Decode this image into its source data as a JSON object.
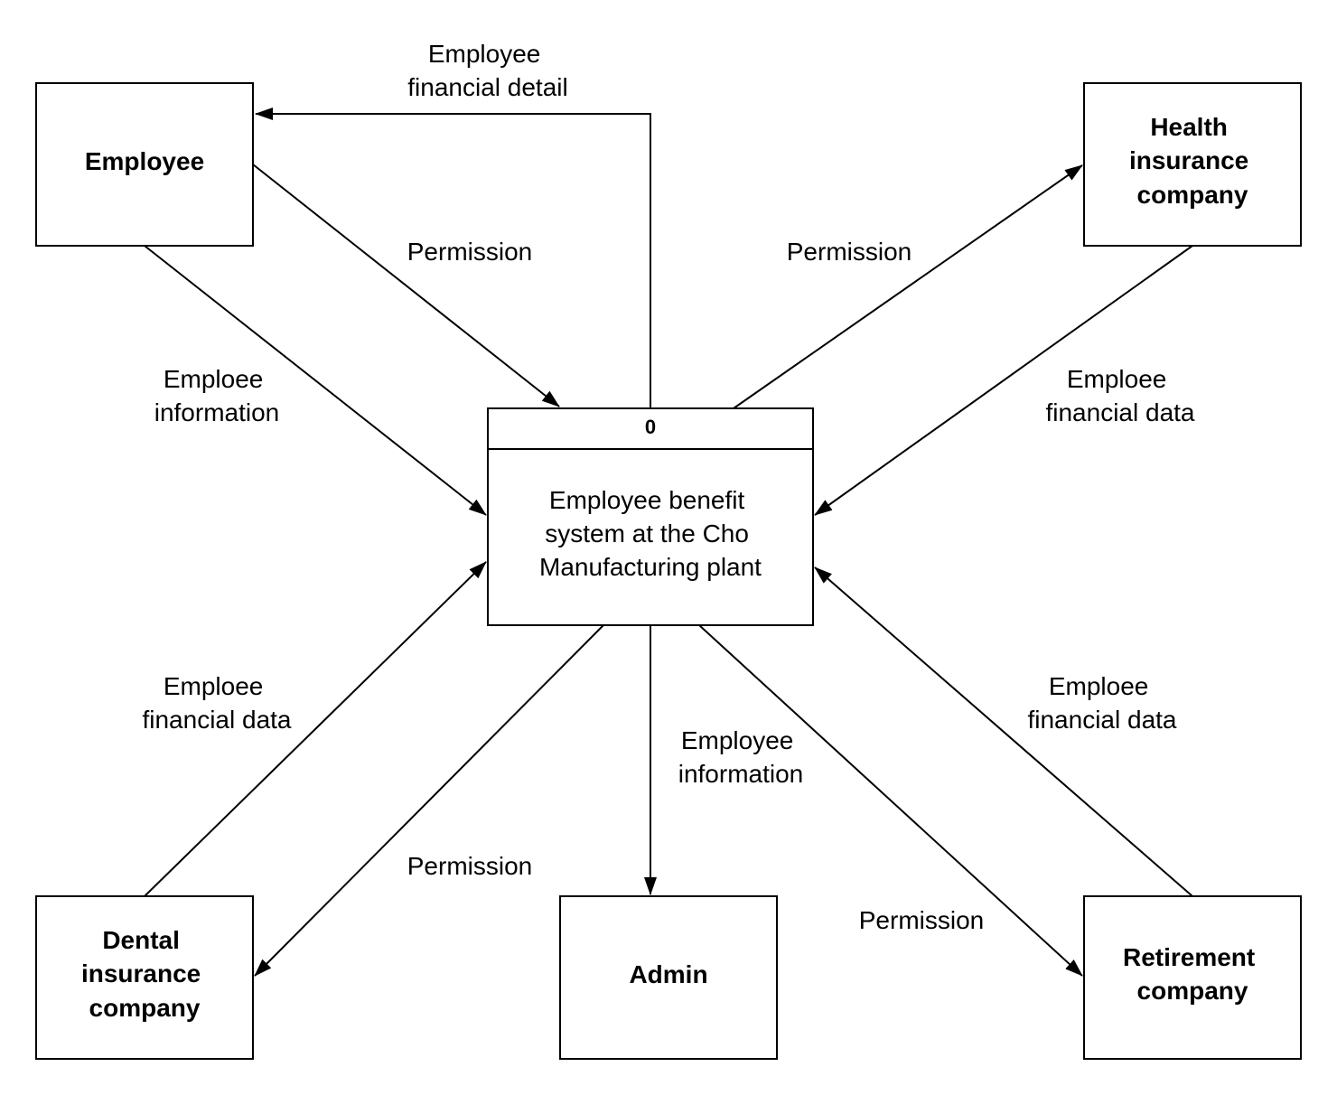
{
  "colors": {
    "stroke": "#000000",
    "background": "#ffffff"
  },
  "process": {
    "id": "0",
    "name": [
      "Employee benefit",
      "system at the Cho",
      "Manufacturing plant"
    ]
  },
  "entities": {
    "employee": [
      "Employee"
    ],
    "health": [
      "Health",
      "insurance",
      "company"
    ],
    "dental": [
      "Dental",
      "insurance",
      "company"
    ],
    "admin": [
      "Admin"
    ],
    "retirement": [
      "Retirement",
      "company"
    ]
  },
  "flows": {
    "employee_financial_detail": [
      "Employee",
      "financial detail"
    ],
    "employee_permission": [
      "Permission"
    ],
    "employee_information_in": [
      "Emploee",
      "information"
    ],
    "health_permission": [
      "Permission"
    ],
    "health_financial_data": [
      "Emploee",
      "financial data"
    ],
    "dental_financial_data": [
      "Emploee",
      "financial data"
    ],
    "dental_permission": [
      "Permission"
    ],
    "admin_information": [
      "Employee",
      "information"
    ],
    "retirement_permission": [
      "Permission"
    ],
    "retirement_financial_data": [
      "Emploee",
      "financial data"
    ]
  }
}
